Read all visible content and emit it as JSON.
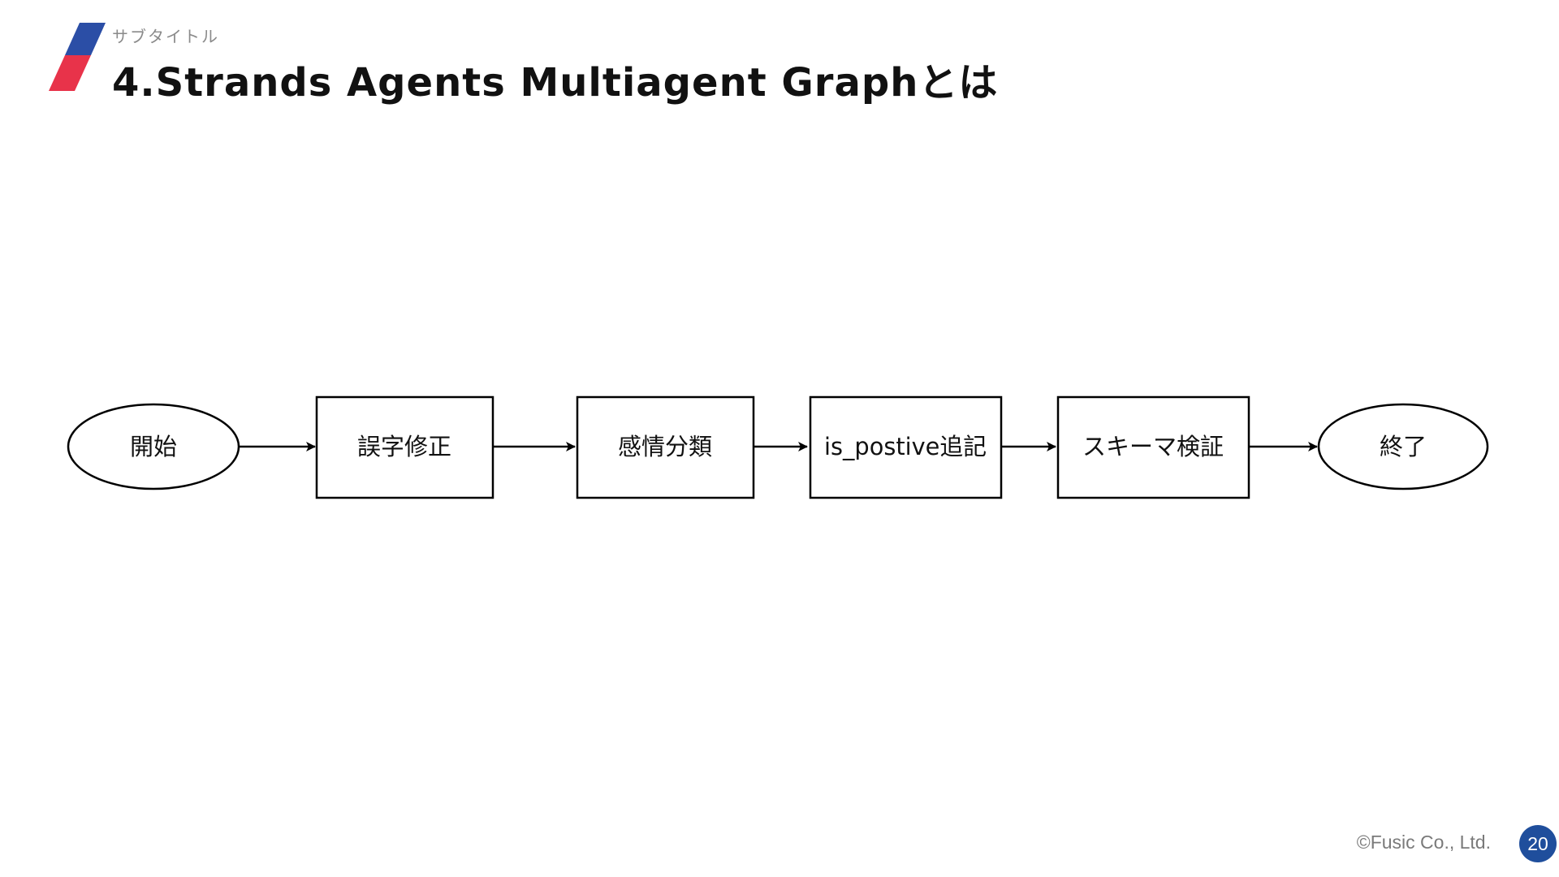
{
  "header": {
    "subtitle": "サブタイトル",
    "title": "4.Strands Agents Multiagent Graphとは",
    "logo": {
      "icon": "slash-logo-icon",
      "colors": {
        "top": "#2b4ea6",
        "bottom": "#e8334a"
      }
    }
  },
  "diagram": {
    "nodes": [
      {
        "id": "start",
        "shape": "ellipse",
        "label": "開始"
      },
      {
        "id": "typo-fix",
        "shape": "rect",
        "label": "誤字修正"
      },
      {
        "id": "sentiment",
        "shape": "rect",
        "label": "感情分類"
      },
      {
        "id": "is-positive",
        "shape": "rect",
        "label": "is_postive追記"
      },
      {
        "id": "schema-check",
        "shape": "rect",
        "label": "スキーマ検証"
      },
      {
        "id": "end",
        "shape": "ellipse",
        "label": "終了"
      }
    ],
    "edges": [
      {
        "from": "start",
        "to": "typo-fix"
      },
      {
        "from": "typo-fix",
        "to": "sentiment"
      },
      {
        "from": "sentiment",
        "to": "is-positive"
      },
      {
        "from": "is-positive",
        "to": "schema-check"
      },
      {
        "from": "schema-check",
        "to": "end"
      }
    ]
  },
  "footer": {
    "copyright": "©Fusic Co., Ltd.",
    "page_number": "20",
    "badge_color": "#1f4e9c"
  }
}
